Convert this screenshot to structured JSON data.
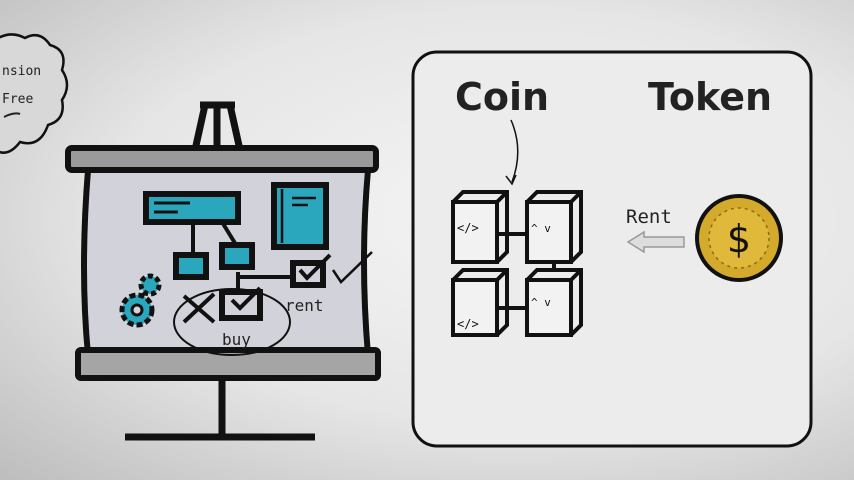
{
  "cloud": {
    "line1": "nsion",
    "line2": "Free"
  },
  "screen": {
    "rent_label": "rent",
    "buy_label": "buy"
  },
  "panel": {
    "coin_label": "Coin",
    "token_label": "Token",
    "rent_label": "Rent",
    "code_glyph": "</>",
    "arrow_glyph": "^ v",
    "coin_symbol": "$"
  },
  "colors": {
    "accent": "#2aa7bd",
    "coin": "#d4aa2c",
    "ink": "#111111"
  }
}
